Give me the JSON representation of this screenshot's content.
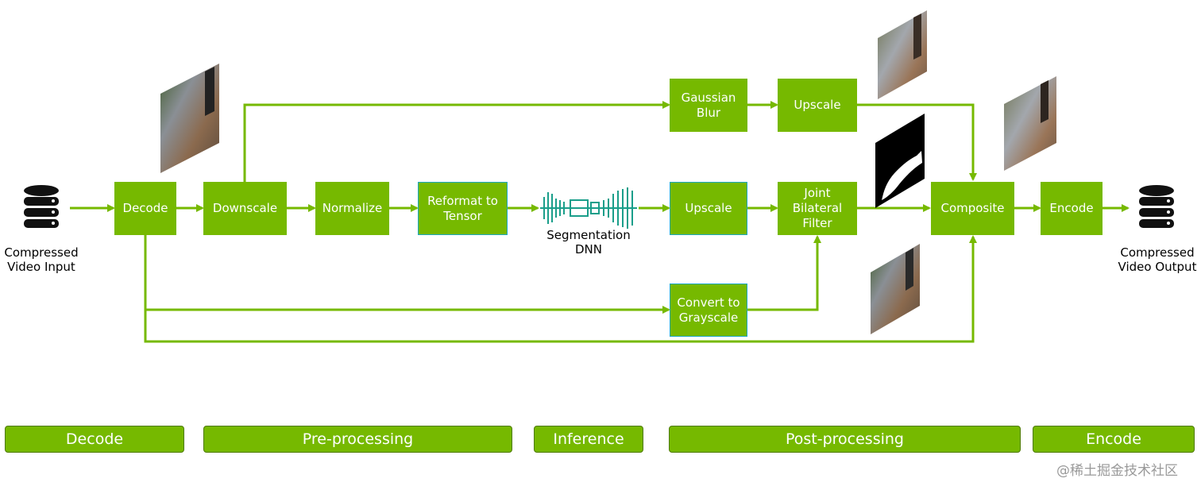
{
  "nodes": {
    "decode": "Decode",
    "downscale": "Downscale",
    "normalize": "Normalize",
    "reformat": "Reformat to\nTensor",
    "gaussian": "Gaussian\nBlur",
    "upscale_top": "Upscale",
    "upscale_mid": "Upscale",
    "joint": "Joint\nBilateral\nFilter",
    "grayscale": "Convert to\nGrayscale",
    "composite": "Composite",
    "encode": "Encode"
  },
  "labels": {
    "input": "Compressed\nVideo Input",
    "output": "Compressed\nVideo Output",
    "dnn": "Segmentation\nDNN"
  },
  "stages": [
    "Decode",
    "Pre-processing",
    "Inference",
    "Post-processing",
    "Encode"
  ],
  "watermark": "@稀土掘金技术社区",
  "colors": {
    "green": "#76b900",
    "stage_border": "#4d7a00",
    "cyan_border": "#1ba8c4",
    "dnn": "#1a9e8a"
  },
  "icons": {
    "input": "database-icon",
    "output": "database-icon",
    "dnn": "neural-network-icon"
  }
}
